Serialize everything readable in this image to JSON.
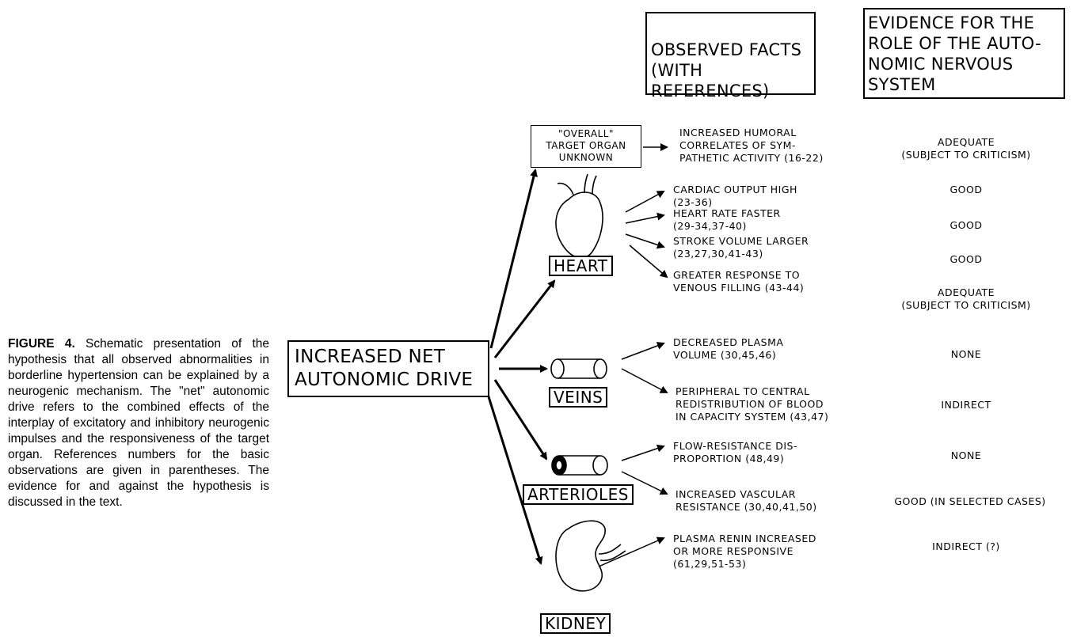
{
  "caption": {
    "label": "FIGURE 4.",
    "text": "Schematic presentation of the hypothesis that all observed abnormalities in borderline hypertension can be explained by a neurogenic mechanism. The \"net\" autonomic drive refers to the combined effects of the interplay of excitatory and inhibitory neurogenic impulses and the responsiveness of the target organ. References numbers for the basic observations are given in parentheses. The evidence for and against the hypothesis is discussed in the text."
  },
  "headers": {
    "facts": "OBSERVED FACTS\n(WITH REFERENCES)",
    "evidence": "EVIDENCE FOR THE\nROLE OF THE AUTO-\nNOMIC NERVOUS\nSYSTEM"
  },
  "source": "INCREASED NET\nAUTONOMIC DRIVE",
  "overall_box": "\"OVERALL\"\nTARGET ORGAN\nUNKNOWN",
  "organs": {
    "heart": "HEART",
    "veins": "VEINS",
    "arterioles": "ARTERIOLES",
    "kidney": "KIDNEY"
  },
  "facts": [
    "INCREASED HUMORAL\nCORRELATES OF SYM-\nPATHETIC ACTIVITY (16-22)",
    "CARDIAC OUTPUT HIGH\n(23-36)",
    "HEART RATE FASTER\n(29-34,37-40)",
    "STROKE VOLUME LARGER\n(23,27,30,41-43)",
    "GREATER RESPONSE TO\nVENOUS FILLING (43-44)",
    "DECREASED PLASMA\nVOLUME (30,45,46)",
    "PERIPHERAL TO CENTRAL\nREDISTRIBUTION OF BLOOD\nIN CAPACITY SYSTEM (43,47)",
    "FLOW-RESISTANCE DIS-\nPROPORTION (48,49)",
    "INCREASED VASCULAR\nRESISTANCE (30,40,41,50)",
    "PLASMA RENIN INCREASED\nOR MORE RESPONSIVE\n(61,29,51-53)"
  ],
  "evidence": [
    "ADEQUATE\n(SUBJECT TO CRITICISM)",
    "GOOD",
    "GOOD",
    "GOOD",
    "ADEQUATE\n(SUBJECT TO CRITICISM)",
    "NONE",
    "INDIRECT",
    "NONE",
    "GOOD (IN SELECTED CASES)",
    "INDIRECT (?)"
  ]
}
